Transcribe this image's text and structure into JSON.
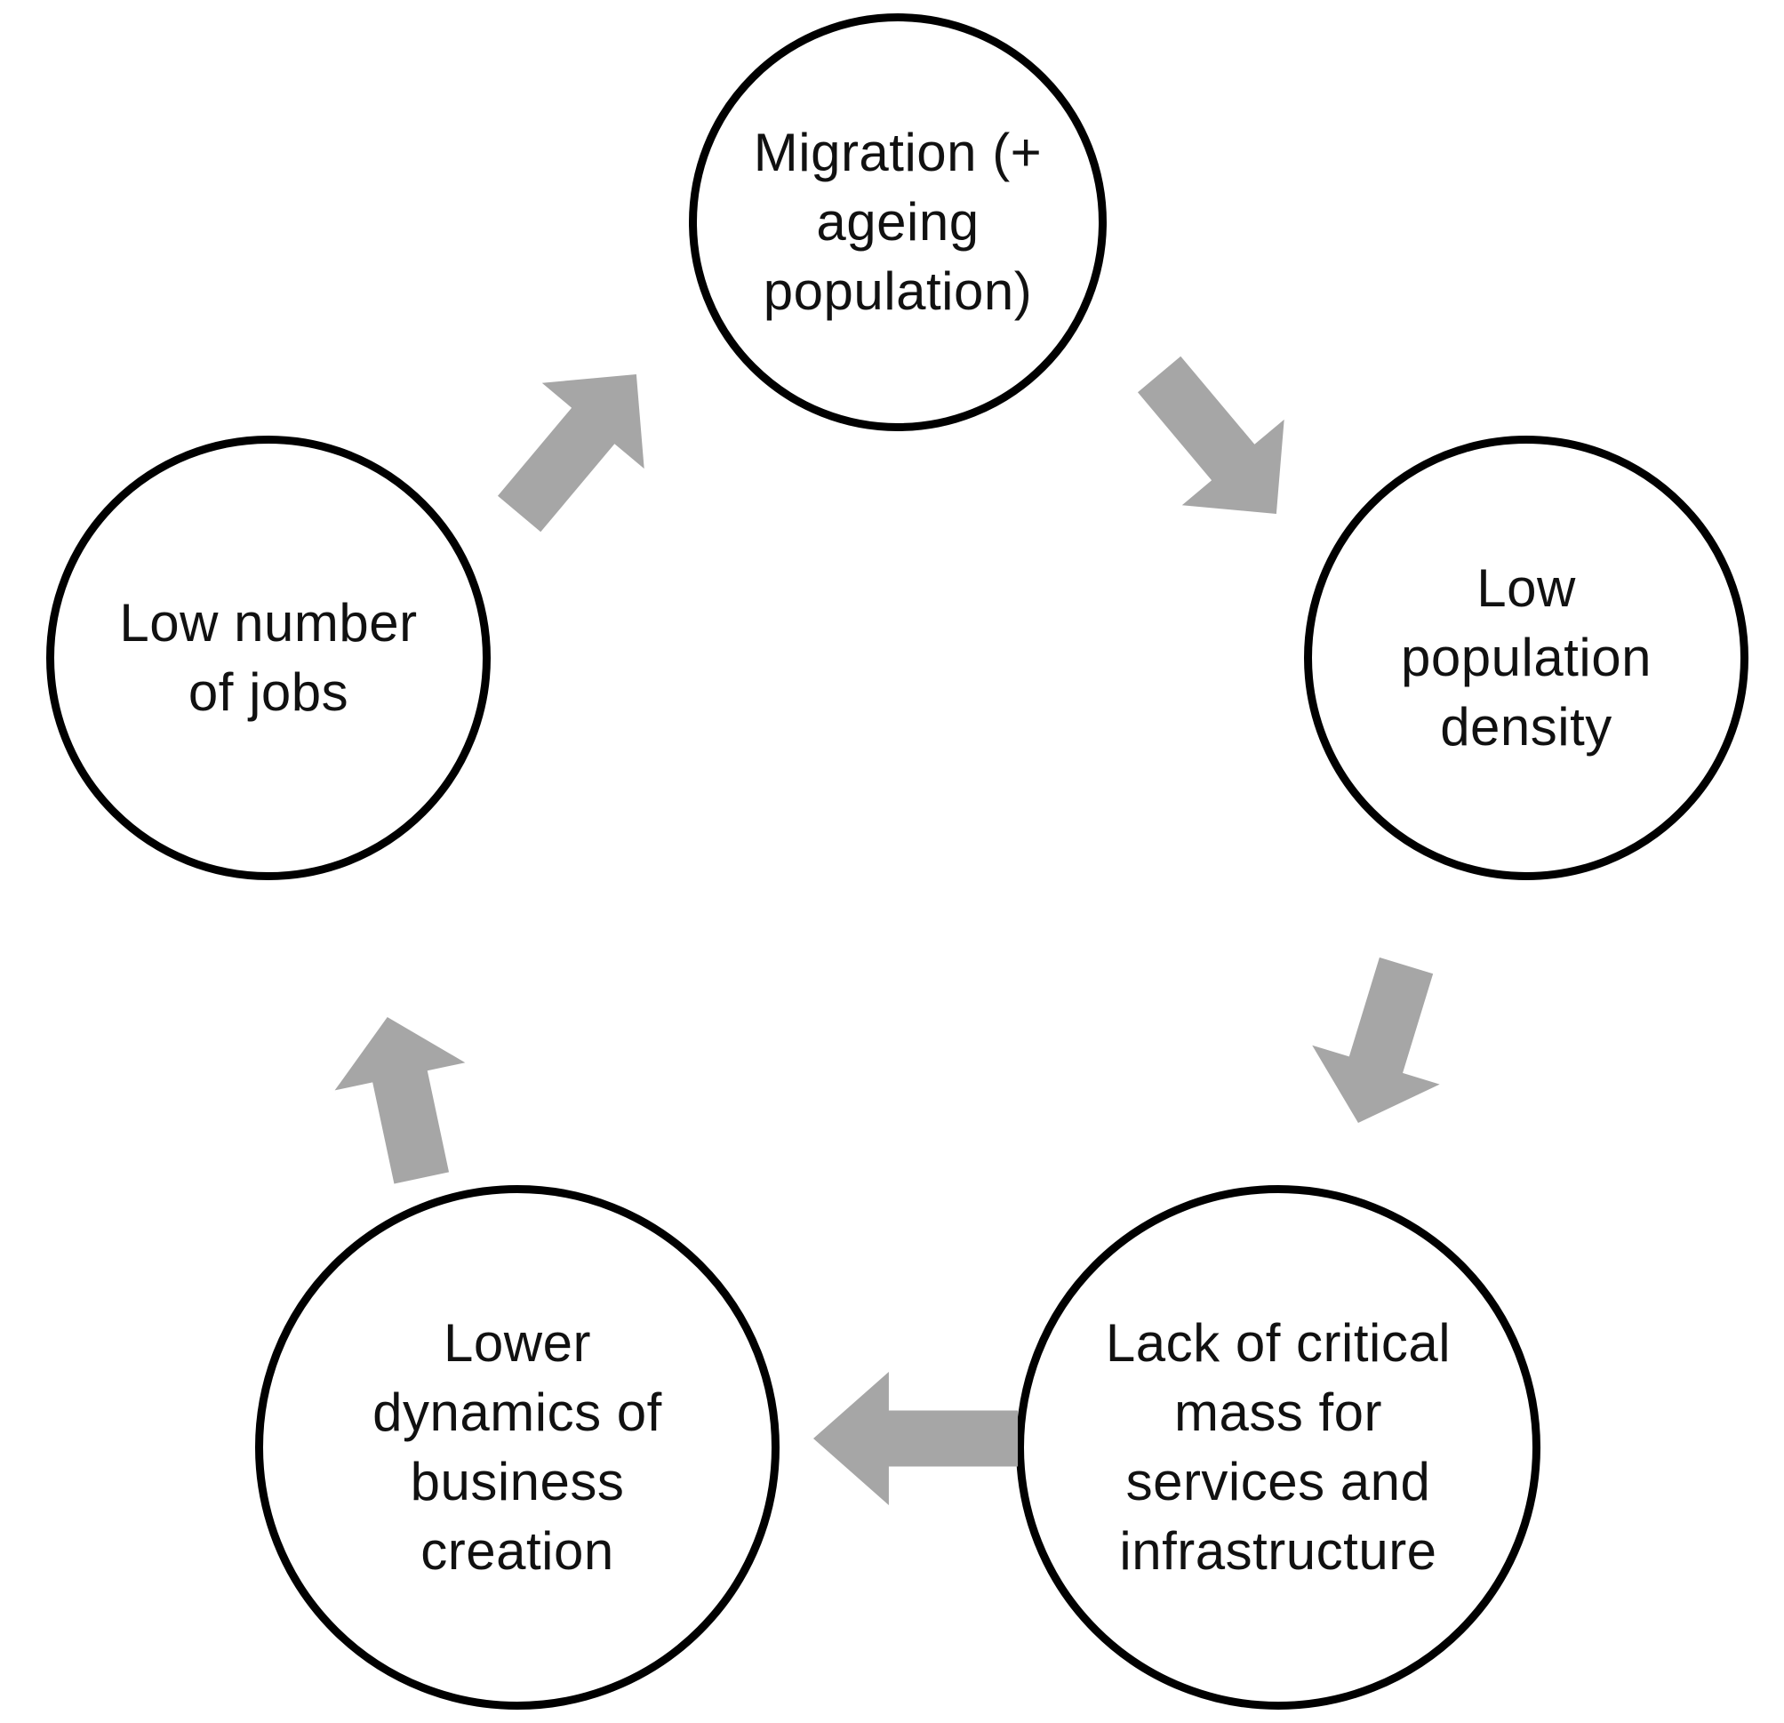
{
  "figure": {
    "description": "Vicious cycle diagram with five circular nodes connected by grey block arrows",
    "nodes": {
      "migration": {
        "label": "Migration (+\nageing\npopulation)"
      },
      "density": {
        "label": "Low\npopulation\ndensity"
      },
      "critical_mass": {
        "label": "Lack of critical\nmass for\nservices and\ninfrastructure"
      },
      "business": {
        "label": "Lower\ndynamics of\nbusiness\ncreation"
      },
      "jobs": {
        "label": "Low number\nof jobs"
      }
    },
    "arrow_flow": [
      "jobs -> migration",
      "migration -> density",
      "density -> critical_mass",
      "critical_mass -> business",
      "business -> jobs"
    ]
  },
  "colors": {
    "arrow_fill": "#a6a6a6",
    "circle_stroke": "#000000",
    "text": "#111111",
    "background": "#ffffff"
  }
}
